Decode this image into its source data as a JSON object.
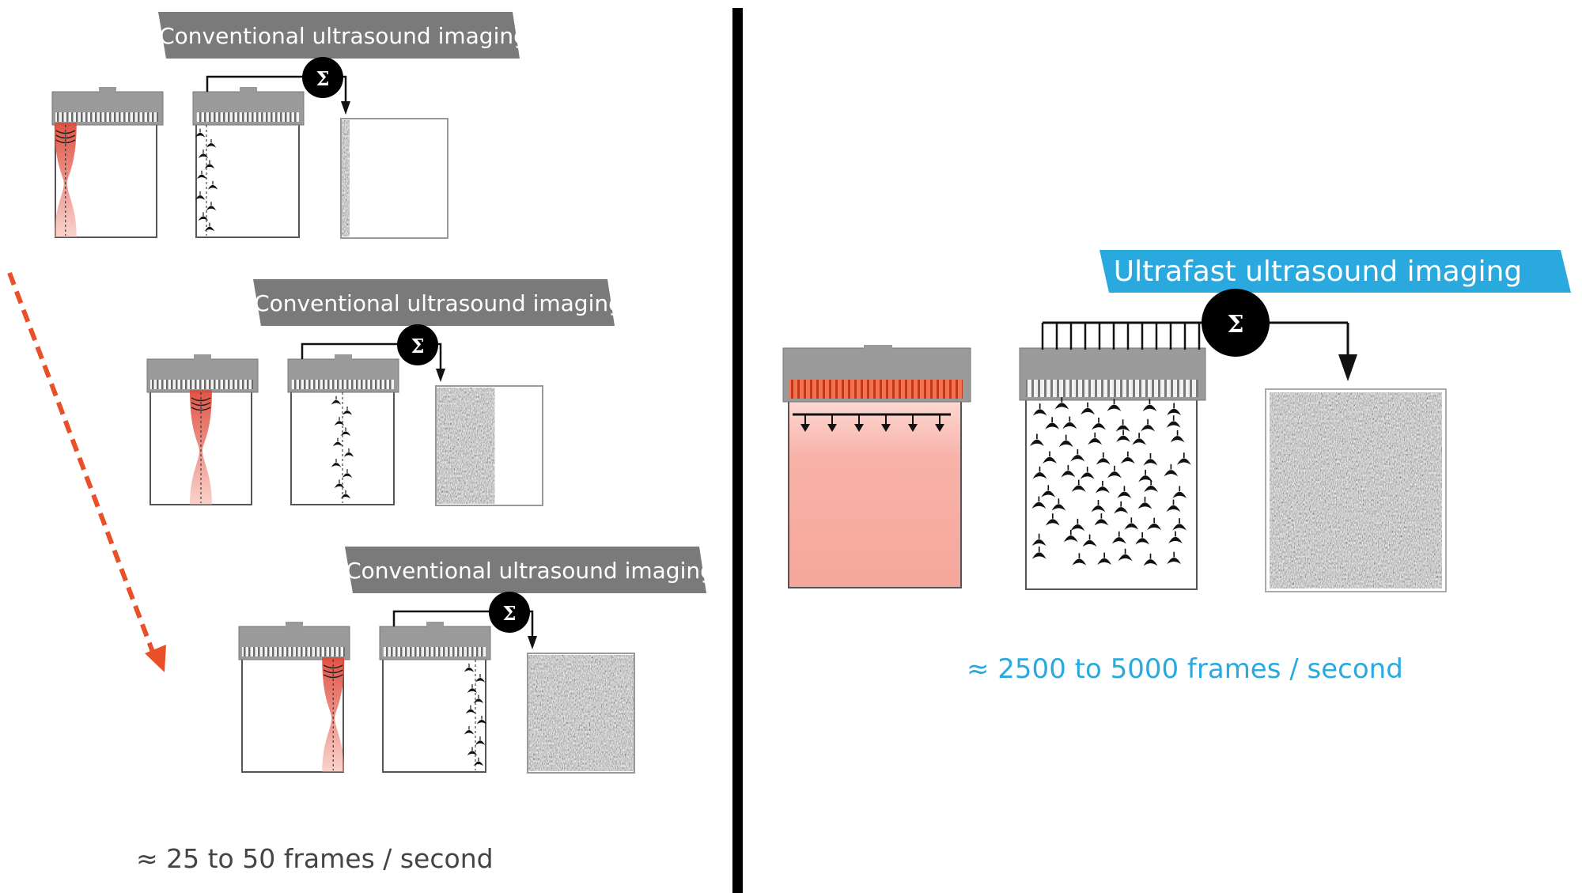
{
  "left_panel": {
    "steps": [
      {
        "banner": "Conventional ultrasound imaging",
        "sigma": "Σ"
      },
      {
        "banner": "Conventional ultrasound imaging",
        "sigma": "Σ"
      },
      {
        "banner": "Conventional ultrasound imaging",
        "sigma": "Σ"
      }
    ],
    "frame_rate": "≈ 25 to 50 frames / second"
  },
  "right_panel": {
    "banner": "Ultrafast ultrasound imaging",
    "sigma": "Σ",
    "frame_rate": "≈ 2500 to 5000 frames / second"
  },
  "colors": {
    "banner_gray": "#7a7a7a",
    "banner_blue": "#29a9dd",
    "beam_red": "#e8503a",
    "arrow_orange": "#e9502a",
    "rate_blue": "#29a9dd",
    "rate_gray": "#444444"
  },
  "icons": [
    "sigma-sum-icon",
    "ultrasound-probe-icon",
    "scatterer-icon",
    "arrow-down-icon"
  ]
}
